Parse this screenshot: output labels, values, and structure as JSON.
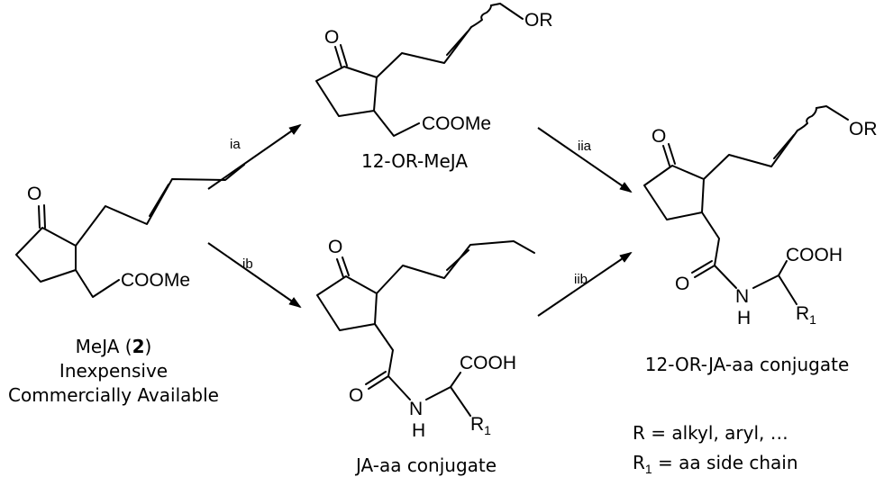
{
  "atoms": {
    "ketone_o": "O",
    "ester": "COOMe",
    "ether": "OR",
    "acid": "COOH",
    "amide_o": "O",
    "amide_n": "N",
    "amide_h": "H",
    "r_group": "R",
    "r_sub": "1"
  },
  "compounds": {
    "mejja_name_prefix": "MeJA (",
    "mejja_number": "2",
    "mejja_name_suffix": ")",
    "mejja_line2": "Inexpensive",
    "mejja_line3": "Commercially Available",
    "or_meja": "12-OR-MeJA",
    "ja_aa": "JA-aa conjugate",
    "or_ja_aa": "12-OR-JA-aa conjugate"
  },
  "steps": {
    "ia": "ia",
    "ib": "ib",
    "iia": "iia",
    "iib": "iib"
  },
  "legend": {
    "r_def": "R = alkyl, aryl, …",
    "r1_prefix": "R",
    "r1_sub": "1",
    "r1_def": " = aa side chain"
  }
}
